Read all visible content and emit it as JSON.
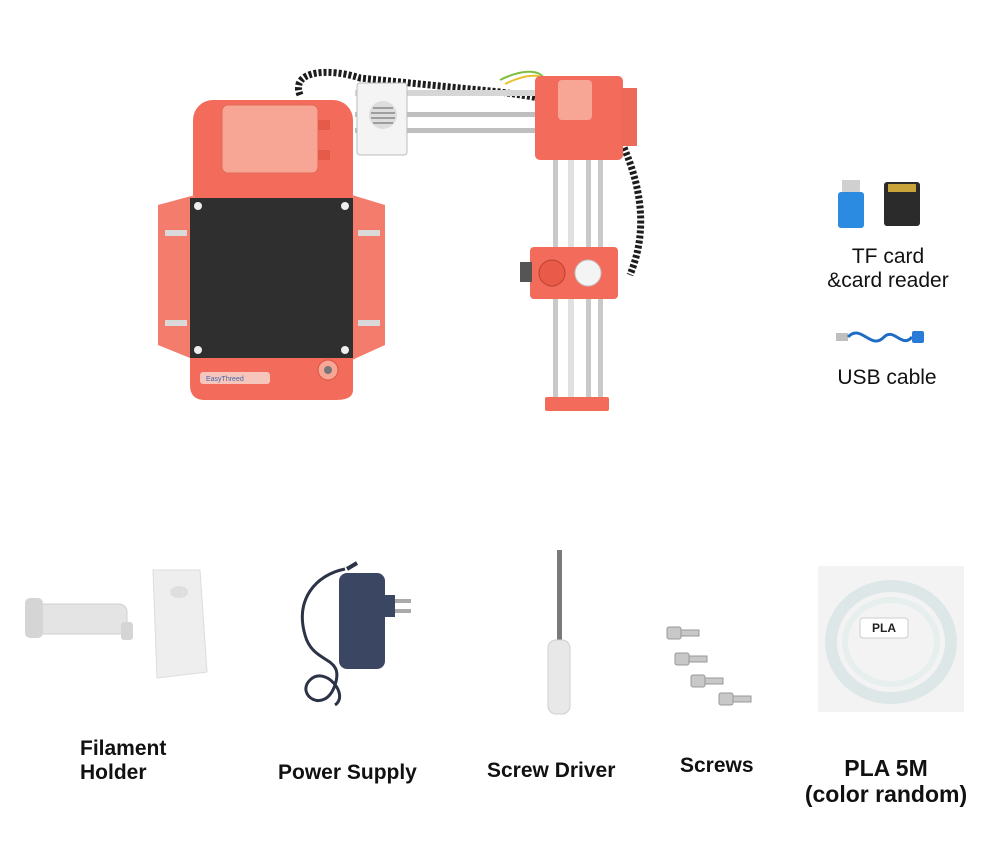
{
  "accessories": {
    "tf_card": {
      "label_line1": "TF card",
      "label_line2": "&card reader",
      "icon": "sd-card-icon"
    },
    "usb_cable": {
      "label": "USB cable",
      "icon": "usb-cable-icon"
    },
    "filament_holder": {
      "label_line1": "Filament",
      "label_line2": "Holder"
    },
    "power_supply": {
      "label": "Power Supply"
    },
    "screw_driver": {
      "label": "Screw Driver"
    },
    "screws": {
      "label": "Screws"
    },
    "pla": {
      "label_line1": "PLA 5M",
      "label_line2": "(color random)",
      "tag": "PLA"
    }
  },
  "printer": {
    "brand_badge": "EasyThreed",
    "colors": {
      "body": "#f26b5b",
      "body_dark": "#d9503f",
      "bed": "#2f2f2f",
      "rail": "#c9c9c9"
    }
  }
}
